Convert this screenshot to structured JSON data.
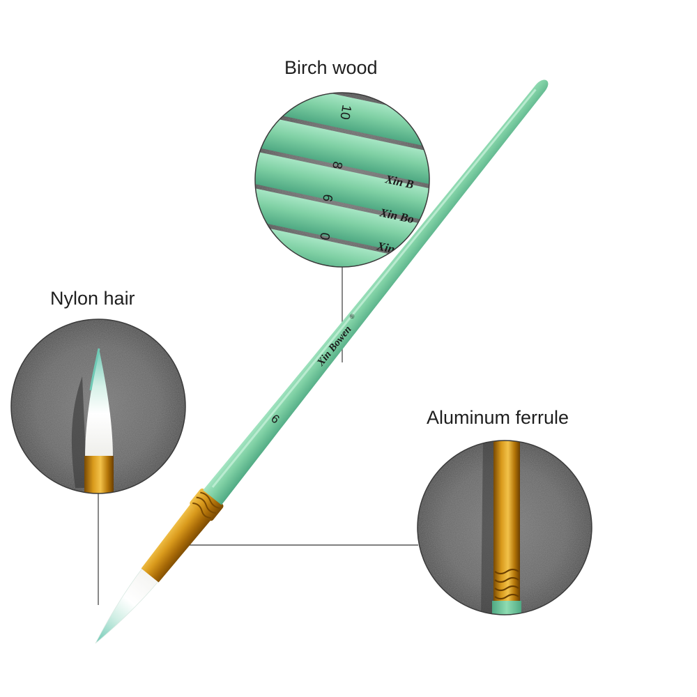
{
  "callouts": {
    "birch_wood": "Birch wood",
    "nylon_hair": "Nylon hair",
    "aluminum_ferrule": "Aluminum ferrule"
  },
  "brush": {
    "brand_text": "Xin Bowen",
    "registered_mark": "®",
    "size_number": "6"
  },
  "birch_detail": {
    "handle_numbers": [
      "10",
      "8",
      "6",
      "0"
    ],
    "brand_fragments": [
      "Xin B",
      "Xin Bo",
      "Xin B"
    ]
  },
  "colors": {
    "handle_green": "#7fd0a4",
    "ferrule_gold": "#c98a12",
    "bristle_white": "#f7f7f4",
    "bristle_tip_teal": "#6fc9b5",
    "stone_gray": "#6a6a6a",
    "leader_line": "#555555"
  }
}
